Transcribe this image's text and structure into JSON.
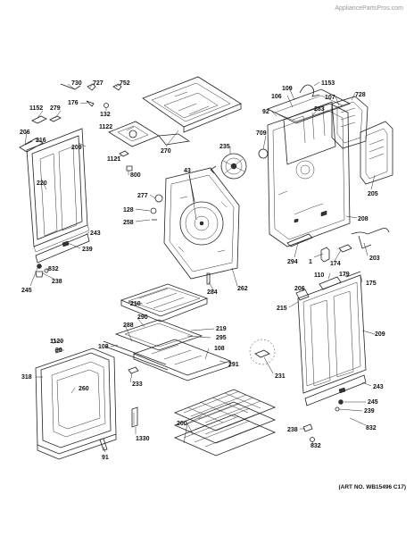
{
  "watermark": "AppliancePartsPros.com",
  "art_number": "(ART NO. WB15496 C17)",
  "callouts": [
    "730",
    "727",
    "752",
    "1153",
    "1152",
    "279",
    "176",
    "132",
    "109",
    "106",
    "107",
    "728",
    "92",
    "283",
    "206",
    "216",
    "1122",
    "709",
    "209",
    "270",
    "235",
    "220",
    "1121",
    "800",
    "43",
    "205",
    "277",
    "128",
    "258",
    "208",
    "243",
    "239",
    "294",
    "1",
    "174",
    "203",
    "832",
    "245",
    "238",
    "110",
    "179",
    "175",
    "206",
    "215",
    "284",
    "262",
    "210",
    "219",
    "290",
    "288",
    "108",
    "1120",
    "90",
    "295",
    "108",
    "291",
    "231",
    "318",
    "260",
    "233",
    "209",
    "243",
    "245",
    "239",
    "200",
    "1330",
    "832",
    "238",
    "832",
    "91"
  ]
}
